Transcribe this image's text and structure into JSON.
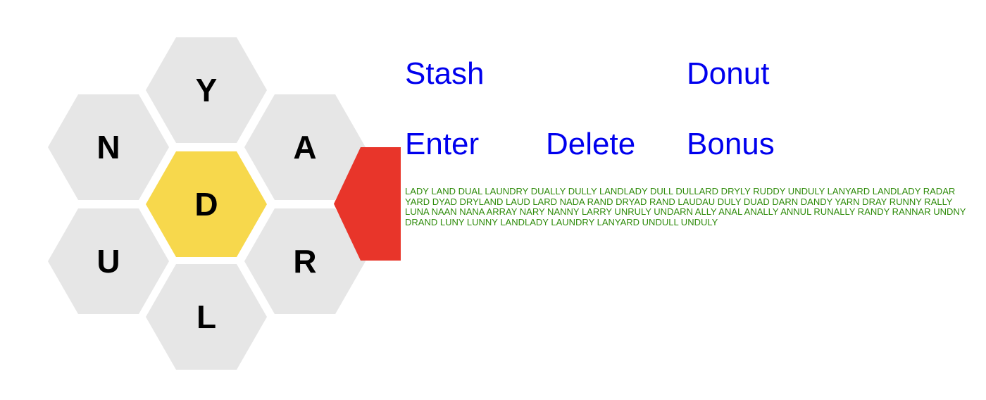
{
  "hive": {
    "center_letter": "D",
    "outer_letters": {
      "top": "Y",
      "upper_left": "N",
      "upper_right": "A",
      "lower_left": "U",
      "lower_right": "R",
      "bottom": "L"
    },
    "center_color": "#f7d84c",
    "outer_color": "#e6e6e6",
    "pointer_color": "#e8352a"
  },
  "actions": {
    "stash": "Stash",
    "donut": "Donut",
    "enter": "Enter",
    "delete": "Delete",
    "bonus": "Bonus"
  },
  "found_words": "LADY LAND DUAL LAUNDRY DUALLY DULLY LANDLADY DULL DULLARD DRYLY RUDDY UNDULY LANYARD LANDLADY RADAR YARD DYAD DRYLAND LAUD LARD NADA RAND DRYAD RAND LAUDAU DULY DUAD DARN DANDY YARN DRAY RUNNY RALLY LUNA NAAN NANA ARRAY NARY NANNY LARRY UNRULY UNDARN ALLY ANAL ANALLY ANNUL RUNALLY RANDY RANNAR UNDNY DRAND LUNY LUNNY LANDLADY LAUNDRY LANYARD UNDULL UNDULY"
}
